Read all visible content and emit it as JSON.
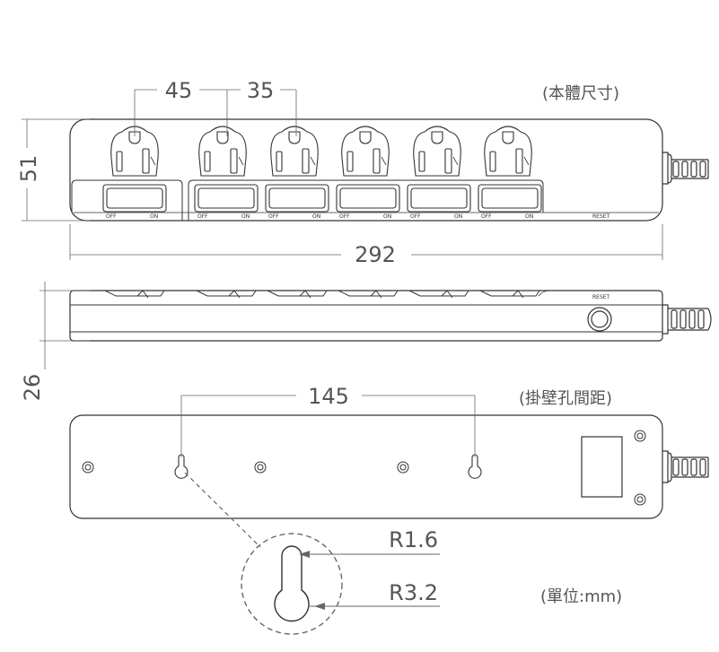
{
  "labels": {
    "body_size": "(本體尺寸)",
    "hole_spacing": "(掛壁孔間距)",
    "unit": "(單位:mm)"
  },
  "dimensions": {
    "outlet_gap_1": "45",
    "outlet_gap_2": "35",
    "height": "51",
    "length": "292",
    "depth": "26",
    "hole_distance": "145",
    "radius_small": "R1.6",
    "radius_large": "R3.2"
  },
  "switch_labels": {
    "off": "OFF",
    "on": "ON"
  },
  "reset_label": "RESET",
  "outlet_count": 6,
  "colors": {
    "line": "#333333",
    "dim": "#666666",
    "text": "#555555"
  }
}
